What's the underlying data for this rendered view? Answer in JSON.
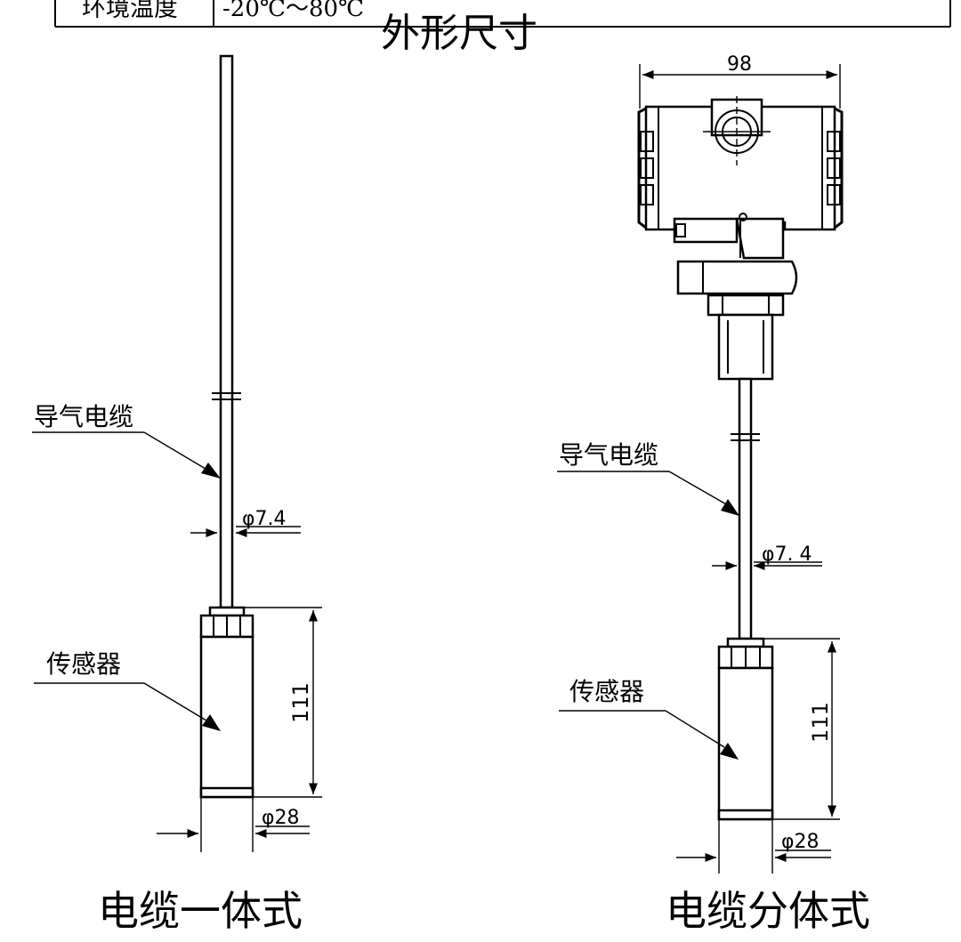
{
  "spec_row": {
    "label": "环境温度",
    "value": "-20℃～80℃"
  },
  "title": "外形尺寸",
  "left_variant": {
    "caption": "电缆一体式",
    "cable_label": "导气电缆",
    "cable_diameter": "φ7.4",
    "sensor_label": "传感器",
    "sensor_length": "111",
    "sensor_diameter": "φ28"
  },
  "right_variant": {
    "caption": "电缆分体式",
    "housing_width": "98",
    "cable_label": "导气电缆",
    "cable_diameter": "φ7. 4",
    "sensor_label": "传感器",
    "sensor_length": "111",
    "sensor_diameter": "φ28"
  }
}
